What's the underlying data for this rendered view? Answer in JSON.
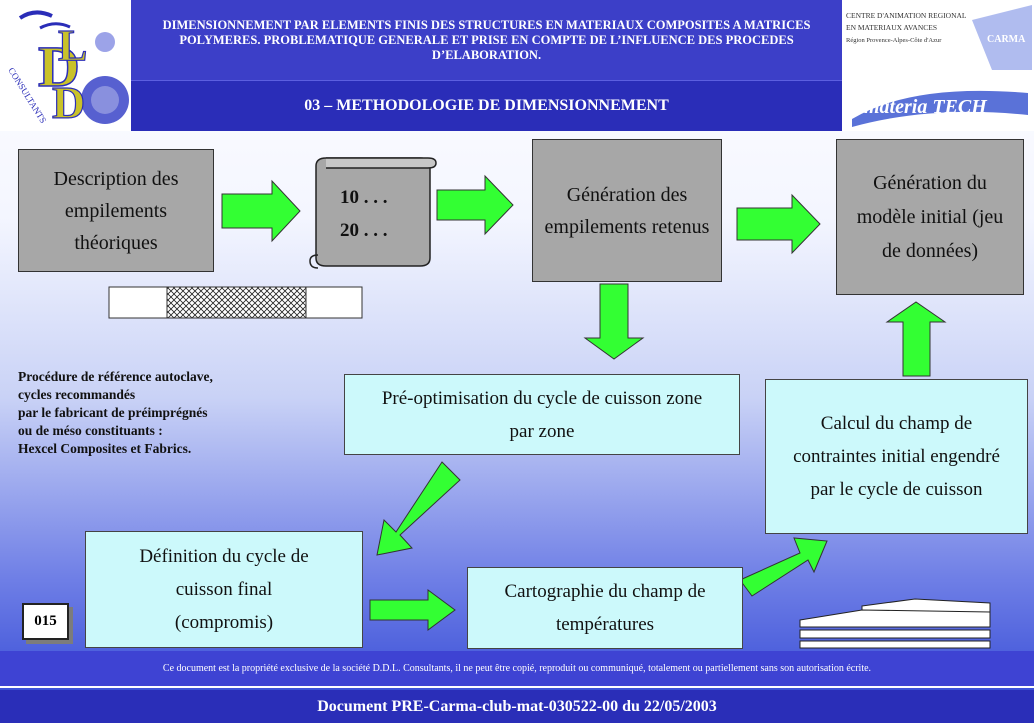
{
  "header": {
    "title": "DIMENSIONNEMENT PAR ELEMENTS FINIS DES STRUCTURES EN MATERIAUX COMPOSITES A MATRICES POLYMERES. PROBLEMATIQUE GENERALE ET PRISE EN COMPTE DE L’INFLUENCE DES PROCEDES D’ELABORATION.",
    "subtitle": "03 – METHODOLOGIE DE DIMENSIONNEMENT",
    "logo_left_text": "CONSULTANTS",
    "logo_right_top_lines": [
      "CENTRE D'ANIMATION REGIONAL",
      "EN MATERIAUX AVANCES",
      "Région Provence-Alpes-Côte d'Azur"
    ],
    "logo_right_top_badge": "CARMA",
    "logo_right_bottom_text": "materia TECH"
  },
  "boxes": {
    "description": "Description des empilements théoriques",
    "scroll_line1": "10 . . .",
    "scroll_line2": "20 . . .",
    "generation_empilements": "Génération des empilements retenus",
    "generation_modele": "Génération du modèle initial (jeu de données)",
    "pre_optimisation": "Pré-optimisation du cycle de cuisson zone par zone",
    "calcul_champ": "Calcul du champ de contraintes initial engendré par le cycle de cuisson",
    "definition_cycle": "Définition du cycle de cuisson final (compromis)",
    "cartographie": "Cartographie du champ de températures"
  },
  "note_lines": [
    "Procédure de référence autoclave,",
    "cycles recommandés",
    "par le fabricant de préimprégnés",
    "ou de méso constituants :",
    "Hexcel Composites et Fabrics."
  ],
  "page_number": "015",
  "footer": {
    "copyright": "Ce document est la propriété exclusive de la société D.D.L. Consultants, il ne peut être copié, reproduit ou communiqué, totalement ou partiellement sans son autorisation écrite.",
    "document": "Document PRE-Carma-club-mat-030522-00 du 22/05/2003"
  },
  "colors": {
    "arrow": "#33ff33",
    "header": "#3c3fc8",
    "gray_box": "#a7a7a7",
    "cyan_box": "#ccf9fb"
  }
}
